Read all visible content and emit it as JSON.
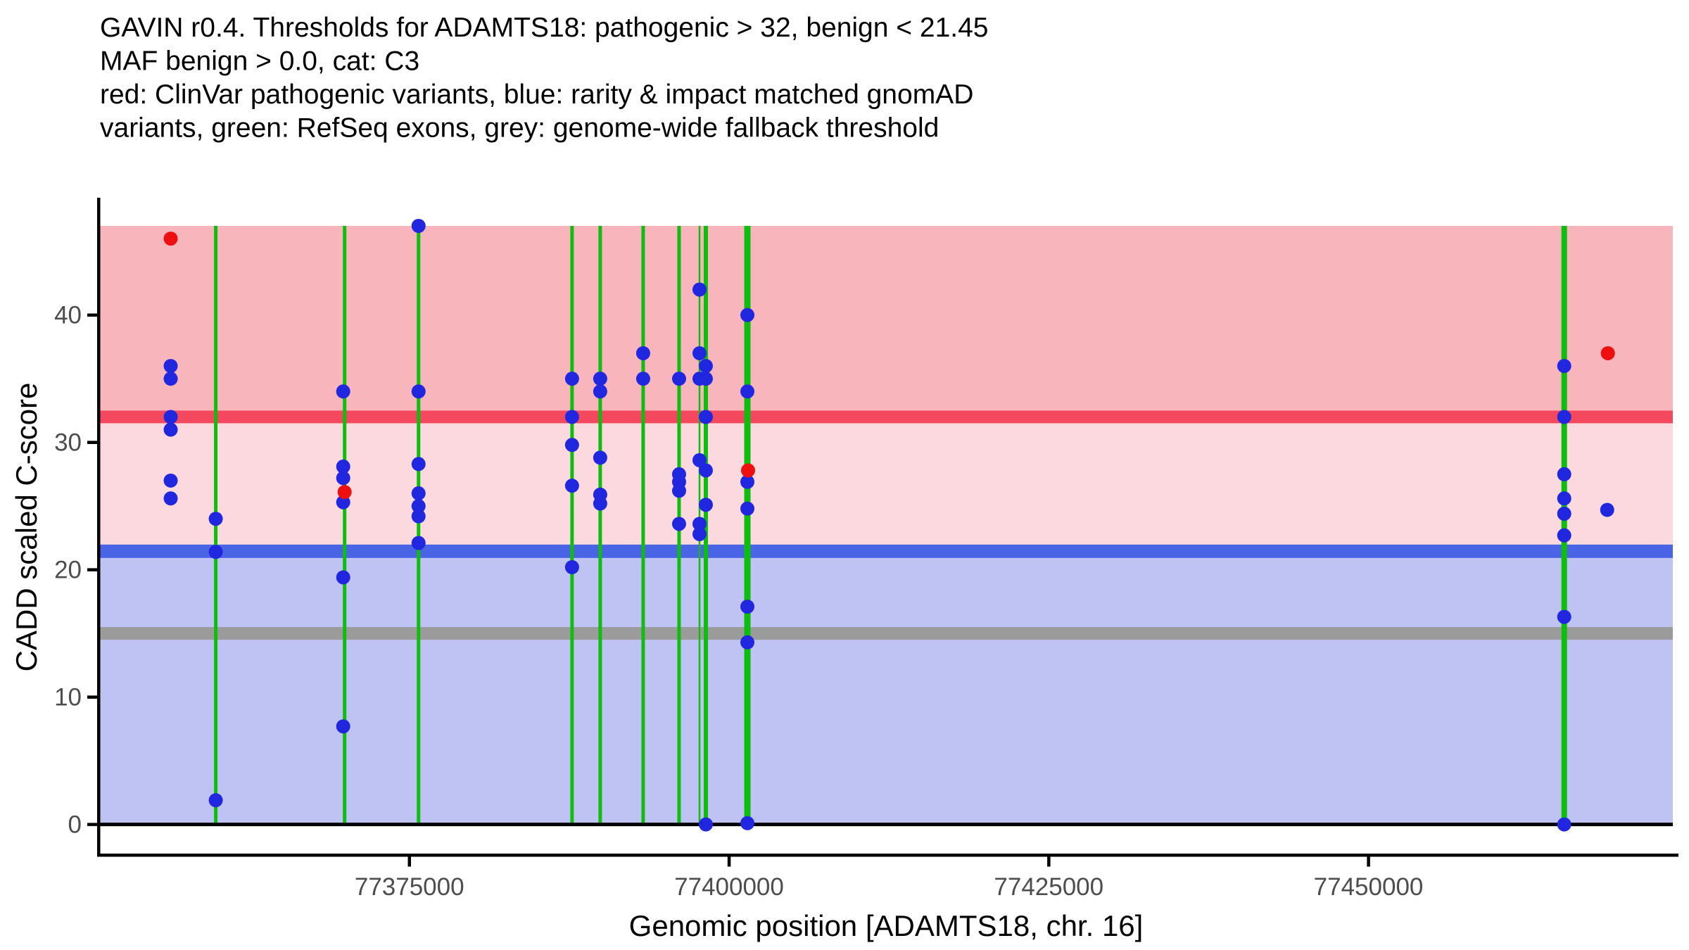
{
  "header": {
    "lines": [
      "GAVIN r0.4. Thresholds for ADAMTS18: pathogenic > 32, benign < 21.45",
      "MAF benign > 0.0, cat: C3",
      "red: ClinVar pathogenic variants, blue: rarity & impact matched gnomAD",
      "variants, green: RefSeq exons, grey: genome-wide fallback threshold"
    ]
  },
  "colors": {
    "pathogenic_band": "#F9B5BC",
    "intermediate_band": "#FBD9DE",
    "benign_band": "#BEC3F3",
    "pathogenic_threshold": "#F4485E",
    "benign_threshold": "#4965E6",
    "fallback_threshold": "#9B9B9B",
    "exon_green": "#0EBE0E",
    "gnomad_blue": "#2126DF",
    "clinvar_red": "#EE1010",
    "axis_text": "#4D4D4D",
    "axis_line": "#000000"
  },
  "chart_data": {
    "type": "scatter",
    "title": "GAVIN r0.4. Thresholds for ADAMTS18: pathogenic > 32, benign < 21.45 | MAF benign > 0.0, cat: C3",
    "xlabel": "Genomic position [ADAMTS18, chr. 16]",
    "ylabel": "CADD scaled C-score",
    "xlim": [
      77350800,
      77473800
    ],
    "ylim": [
      -2.4,
      49.1
    ],
    "band_top_value": 47,
    "grid": false,
    "legend_position": "in-title",
    "x_ticks": [
      {
        "pos": 77375000,
        "label": "77375000"
      },
      {
        "pos": 77400000,
        "label": "77400000"
      },
      {
        "pos": 77425000,
        "label": "77425000"
      },
      {
        "pos": 77450000,
        "label": "77450000"
      }
    ],
    "y_ticks": [
      {
        "val": 0,
        "label": "0"
      },
      {
        "val": 10,
        "label": "10"
      },
      {
        "val": 20,
        "label": "20"
      },
      {
        "val": 30,
        "label": "30"
      },
      {
        "val": 40,
        "label": "40"
      }
    ],
    "bands": [
      {
        "name": "pathogenic-zone",
        "from": 32,
        "to": 47,
        "color": "#F9B5BC"
      },
      {
        "name": "intermediate-zone",
        "from": 21.45,
        "to": 32,
        "color": "#FBD9DE"
      },
      {
        "name": "benign-zone",
        "from": 0,
        "to": 21.45,
        "color": "#BEC3F3"
      }
    ],
    "thresholds": [
      {
        "name": "pathogenic-threshold",
        "value": 32,
        "color": "#F4485E",
        "lw": 18
      },
      {
        "name": "benign-threshold",
        "value": 21.45,
        "color": "#4965E6",
        "lw": 19
      },
      {
        "name": "genome-wide-fallback-threshold",
        "value": 15,
        "color": "#9B9B9B",
        "lw": 18
      }
    ],
    "baseline": {
      "name": "zero-baseline",
      "value": 0,
      "color": "#000000",
      "lw": 5
    },
    "exons": [
      {
        "pos": 77359857,
        "lw": 5
      },
      {
        "pos": 77369934,
        "lw": 5
      },
      {
        "pos": 77375716,
        "lw": 5
      },
      {
        "pos": 77387720,
        "lw": 5
      },
      {
        "pos": 77389922,
        "lw": 5
      },
      {
        "pos": 77393281,
        "lw": 5
      },
      {
        "pos": 77396090,
        "lw": 5
      },
      {
        "pos": 77397687,
        "lw": 2.5
      },
      {
        "pos": 77398182,
        "lw": 6
      },
      {
        "pos": 77401431,
        "lw": 9
      },
      {
        "pos": 77465308,
        "lw": 8
      }
    ],
    "series": [
      {
        "name": "rarity & impact matched gnomAD variants",
        "color": "#2126DF",
        "points": [
          [
            77356333,
            36
          ],
          [
            77356333,
            35
          ],
          [
            77356333,
            32
          ],
          [
            77356333,
            31
          ],
          [
            77356333,
            27
          ],
          [
            77356333,
            25.6
          ],
          [
            77359857,
            24
          ],
          [
            77359857,
            21.4
          ],
          [
            77359857,
            1.9
          ],
          [
            77369824,
            34
          ],
          [
            77369824,
            28.1
          ],
          [
            77369824,
            27.2
          ],
          [
            77369824,
            25.3
          ],
          [
            77369824,
            19.4
          ],
          [
            77369824,
            7.7
          ],
          [
            77375716,
            47
          ],
          [
            77375716,
            34
          ],
          [
            77375716,
            28.3
          ],
          [
            77375716,
            26
          ],
          [
            77375716,
            25
          ],
          [
            77375716,
            24.2
          ],
          [
            77375716,
            22.1
          ],
          [
            77387720,
            35
          ],
          [
            77387720,
            32
          ],
          [
            77387720,
            29.8
          ],
          [
            77387720,
            26.6
          ],
          [
            77387720,
            20.2
          ],
          [
            77389922,
            35
          ],
          [
            77389922,
            34
          ],
          [
            77389922,
            28.8
          ],
          [
            77389922,
            25.9
          ],
          [
            77389922,
            25.2
          ],
          [
            77393281,
            37
          ],
          [
            77393281,
            35
          ],
          [
            77396090,
            35
          ],
          [
            77396090,
            27.5
          ],
          [
            77396090,
            26.9
          ],
          [
            77396090,
            26.2
          ],
          [
            77396090,
            23.6
          ],
          [
            77397687,
            42
          ],
          [
            77397687,
            37
          ],
          [
            77397687,
            35
          ],
          [
            77397687,
            28.6
          ],
          [
            77397687,
            23.6
          ],
          [
            77397687,
            22.8
          ],
          [
            77398182,
            36
          ],
          [
            77398182,
            35
          ],
          [
            77398182,
            32
          ],
          [
            77398182,
            27.8
          ],
          [
            77398182,
            25.1
          ],
          [
            77398182,
            0
          ],
          [
            77401431,
            40
          ],
          [
            77401431,
            34
          ],
          [
            77401431,
            26.9
          ],
          [
            77401431,
            24.8
          ],
          [
            77401431,
            17.1
          ],
          [
            77401431,
            14.3
          ],
          [
            77401431,
            0.1
          ],
          [
            77465308,
            36
          ],
          [
            77465308,
            32
          ],
          [
            77465308,
            27.5
          ],
          [
            77465308,
            25.6
          ],
          [
            77465308,
            24.4
          ],
          [
            77465308,
            22.7
          ],
          [
            77465308,
            16.3
          ],
          [
            77465308,
            0
          ],
          [
            77468667,
            24.7
          ]
        ]
      },
      {
        "name": "ClinVar pathogenic variants",
        "color": "#EE1010",
        "points": [
          [
            77356333,
            46
          ],
          [
            77369934,
            26.1
          ],
          [
            77401486,
            27.8
          ],
          [
            77468722,
            37
          ]
        ]
      }
    ]
  }
}
